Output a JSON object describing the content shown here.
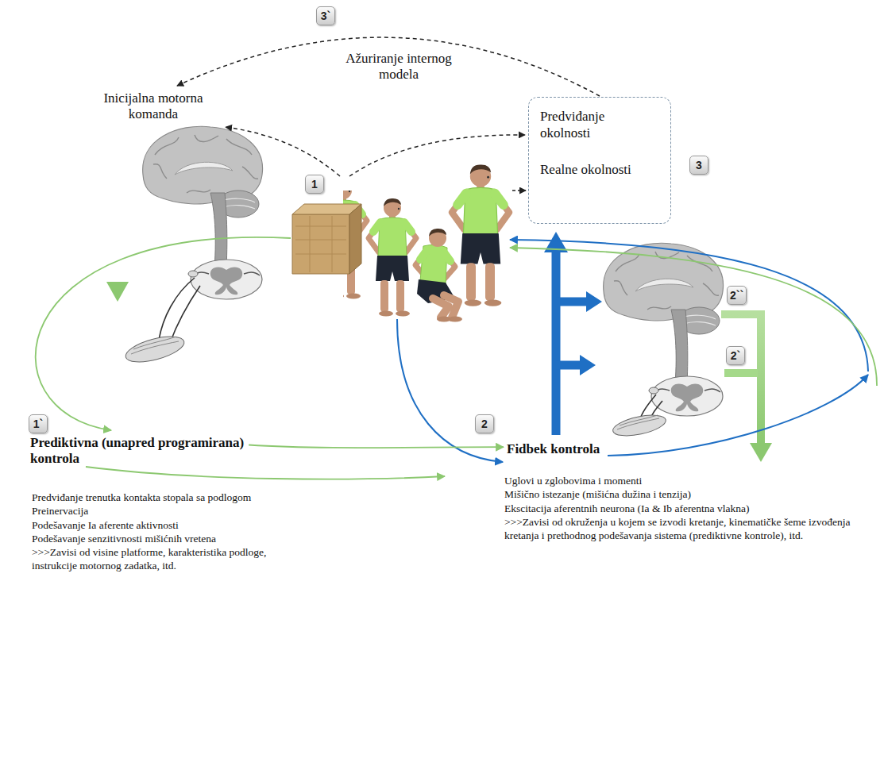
{
  "diagram": {
    "nodes": [
      {
        "text": [
          "Inicijalna motorna komanda"
        ]
      },
      {
        "text": [
          "Predviđanje okolnosti",
          "Realne okolnosti"
        ]
      },
      {
        "text": [
          "Prediktivna (unapred programirana) kontrola"
        ]
      },
      {
        "text": [
          "Fidbek kontrola"
        ]
      }
    ],
    "edges": [
      {
        "from": 1,
        "to": 0,
        "arrow": "to",
        "label": "Ažuriranje internog modela"
      },
      {
        "from": 2,
        "to": 3,
        "arrow": "to"
      }
    ],
    "labels": [
      "3`",
      "1",
      "3",
      "1`",
      "2",
      "2``",
      "2`",
      "Predviđanje trenutka kontakta stopala sa podlogom",
      "Preinervacija",
      "Podešavanje Ia aferente aktivnosti",
      "Podešavanje senzitivnosti mišićnih vretena",
      ">>>Zavisi od visine platforme, karakteristika podloge, instrukcije motornog zadatka, itd.",
      "Uglovi u zglobovima i momenti",
      "Mišično istezanje (mišićna dužina i tenzija)",
      "Ekscitacija aferentnih neurona (Ia & Ib aferentna vlakna)",
      ">>>Zavisi od okruženja u kojem se izvodi kretanje, kinematičke šeme izvođenja kretanja i prethodnog podešavanja sistema (prediktivne kontrole), itd."
    ]
  }
}
